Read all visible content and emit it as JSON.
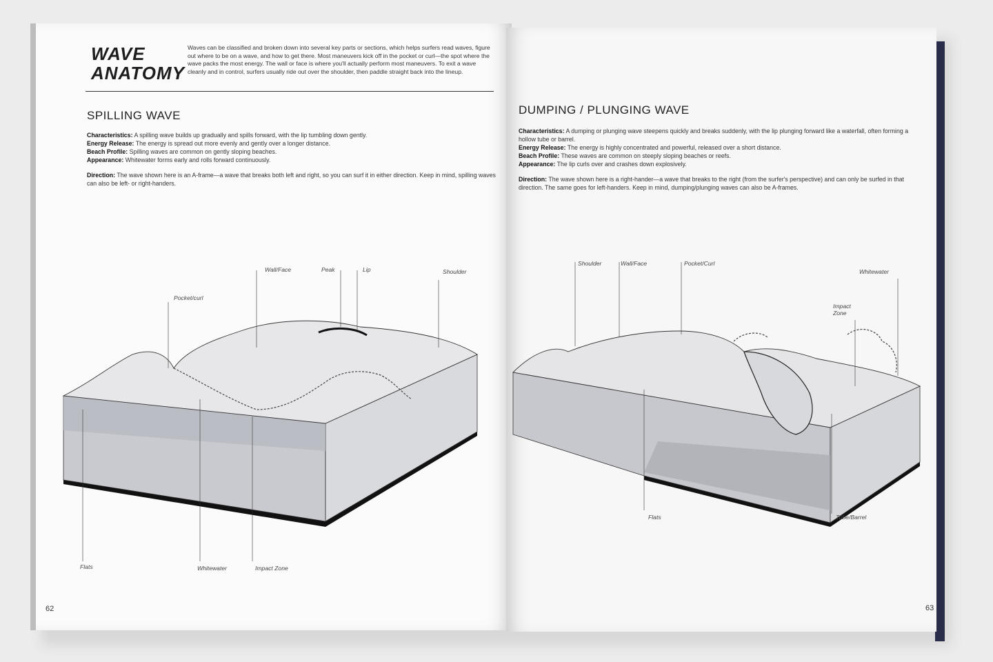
{
  "left_page": {
    "title_line1": "WAVE",
    "title_line2": "ANATOMY",
    "intro": "Waves can be classified and broken down into several key parts or sections, which helps surfers read waves, figure out where to be on a wave, and how to get there. Most maneuvers kick off in the pocket or curl—the spot where the wave packs the most energy. The wall or face is where you'll actually perform most maneuvers. To exit a wave cleanly and in control, surfers usually ride out over the shoulder, then paddle straight back into the lineup.",
    "section_title": "SPILLING WAVE",
    "details": [
      {
        "label": "Characteristics:",
        "text": "A spilling wave builds up gradually and spills forward, with the lip tumbling down gently."
      },
      {
        "label": "Energy Release:",
        "text": "The energy is spread out more evenly and gently over a longer distance."
      },
      {
        "label": "Beach Profile:",
        "text": "Spilling waves are common on gently sloping beaches."
      },
      {
        "label": "Appearance:",
        "text": "Whitewater forms early and rolls forward continuously."
      }
    ],
    "direction": {
      "label": "Direction:",
      "text": "The wave shown here is an A-frame—a wave that breaks both left and right, so you can surf it in either direction. Keep in mind, spilling waves can also be left- or right-handers."
    },
    "labels": {
      "wall_face": "Wall/Face",
      "peak": "Peak",
      "lip": "Lip",
      "shoulder": "Shoulder",
      "pocket_curl": "Pocket/curl",
      "flats": "Flats",
      "whitewater": "Whitewater",
      "impact_zone": "Impact Zone"
    },
    "page_number": "62"
  },
  "right_page": {
    "section_title": "DUMPING / PLUNGING WAVE",
    "details": [
      {
        "label": "Characteristics:",
        "text": "A dumping or plunging wave steepens quickly and breaks suddenly, with the lip plunging forward like a waterfall, often forming a hollow tube or barrel."
      },
      {
        "label": "Energy Release:",
        "text": "The energy is highly concentrated and powerful, released over a short distance."
      },
      {
        "label": "Beach Profile:",
        "text": "These waves are common on steeply sloping beaches or reefs."
      },
      {
        "label": "Appearance:",
        "text": "The lip curls over and crashes down explosively."
      }
    ],
    "direction": {
      "label": "Direction:",
      "text": "The wave shown here is a right-hander—a wave that breaks to the right (from the surfer's perspective) and can only be surfed in that direction. The same goes for left-handers. Keep in mind, dumping/plunging waves can also be A-frames."
    },
    "labels": {
      "shoulder": "Shoulder",
      "wall_face": "Wall/Face",
      "pocket_curl": "Pocket/Curl",
      "whitewater": "Whitewater",
      "impact_line1": "Impact",
      "impact_line2": "Zone",
      "flats": "Flats",
      "tube_barrel": "Tube/Barrel"
    },
    "page_number": "63"
  },
  "colors": {
    "ink": "#1d1d1f",
    "water": "#b9bcc2",
    "spine": "#2a2d4a"
  }
}
